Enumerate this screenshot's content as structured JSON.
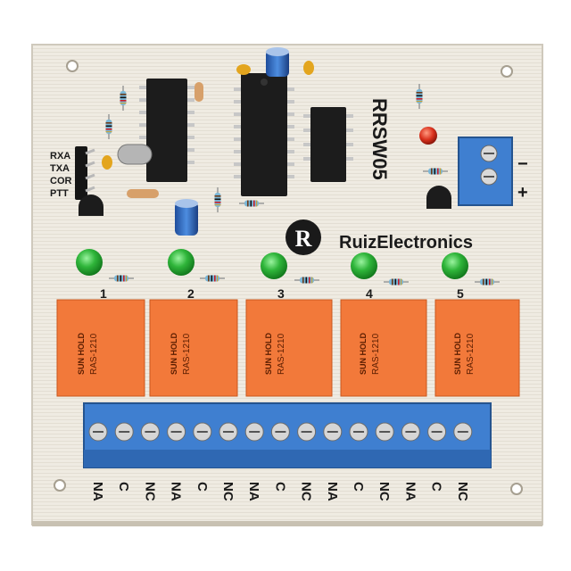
{
  "board": {
    "model": "RRSW05",
    "brand": "RuizElectronics",
    "logo_letter": "R",
    "pins": [
      "RXA",
      "TXA",
      "COR",
      "PTT"
    ],
    "power_minus": "−",
    "power_plus": "+"
  },
  "relays": [
    {
      "number": "1",
      "brand": "SUN HOLD",
      "model": "RAS-1210"
    },
    {
      "number": "2",
      "brand": "SUN HOLD",
      "model": "RAS-1210"
    },
    {
      "number": "3",
      "brand": "SUN HOLD",
      "model": "RAS-1210"
    },
    {
      "number": "4",
      "brand": "SUN HOLD",
      "model": "RAS-1210"
    },
    {
      "number": "5",
      "brand": "SUN HOLD",
      "model": "RAS-1210"
    }
  ],
  "terminal_labels": [
    "NA",
    "C",
    "NC",
    "NA",
    "C",
    "NC",
    "NA",
    "C",
    "NC",
    "NA",
    "C",
    "NC",
    "NA",
    "C",
    "NC"
  ],
  "colors": {
    "board": "#eeeae0",
    "relay": "#f2793a",
    "terminal": "#3f7fd0",
    "led": "#2fb53a",
    "red_led": "#d9301c",
    "chip": "#1c1c1c"
  }
}
